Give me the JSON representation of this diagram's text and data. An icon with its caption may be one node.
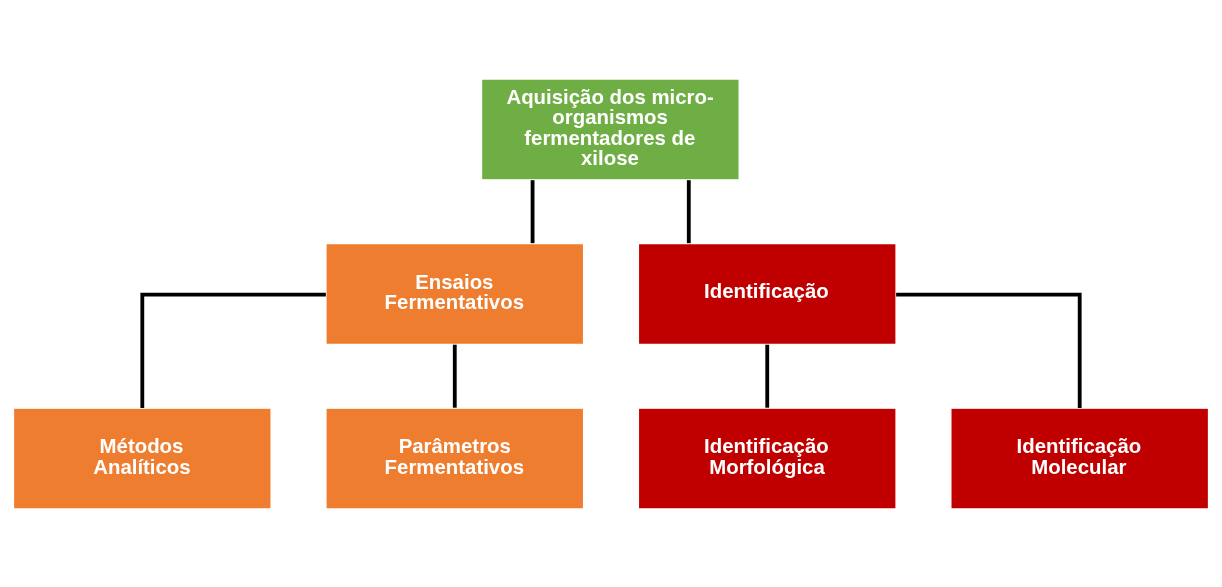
{
  "diagram": {
    "nodes": [
      {
        "text": [
          "Aquisição dos micro-organismos fermentadores de xilose"
        ]
      },
      {
        "text": [
          "Ensaios Fermentativos"
        ]
      },
      {
        "text": [
          "Identificação"
        ]
      },
      {
        "text": [
          "Métodos Analíticos"
        ]
      },
      {
        "text": [
          "Parâmetros Fermentativos"
        ]
      },
      {
        "text": [
          "Identificação Morfológica"
        ]
      },
      {
        "text": [
          "Identificação Molecular"
        ]
      }
    ],
    "edges": [
      {
        "from": 0,
        "to": 1,
        "arrow": "none"
      },
      {
        "from": 0,
        "to": 2,
        "arrow": "none"
      },
      {
        "from": 1,
        "to": 3,
        "arrow": "none"
      },
      {
        "from": 1,
        "to": 4,
        "arrow": "none"
      },
      {
        "from": 2,
        "to": 5,
        "arrow": "none"
      },
      {
        "from": 2,
        "to": 6,
        "arrow": "none"
      }
    ]
  }
}
